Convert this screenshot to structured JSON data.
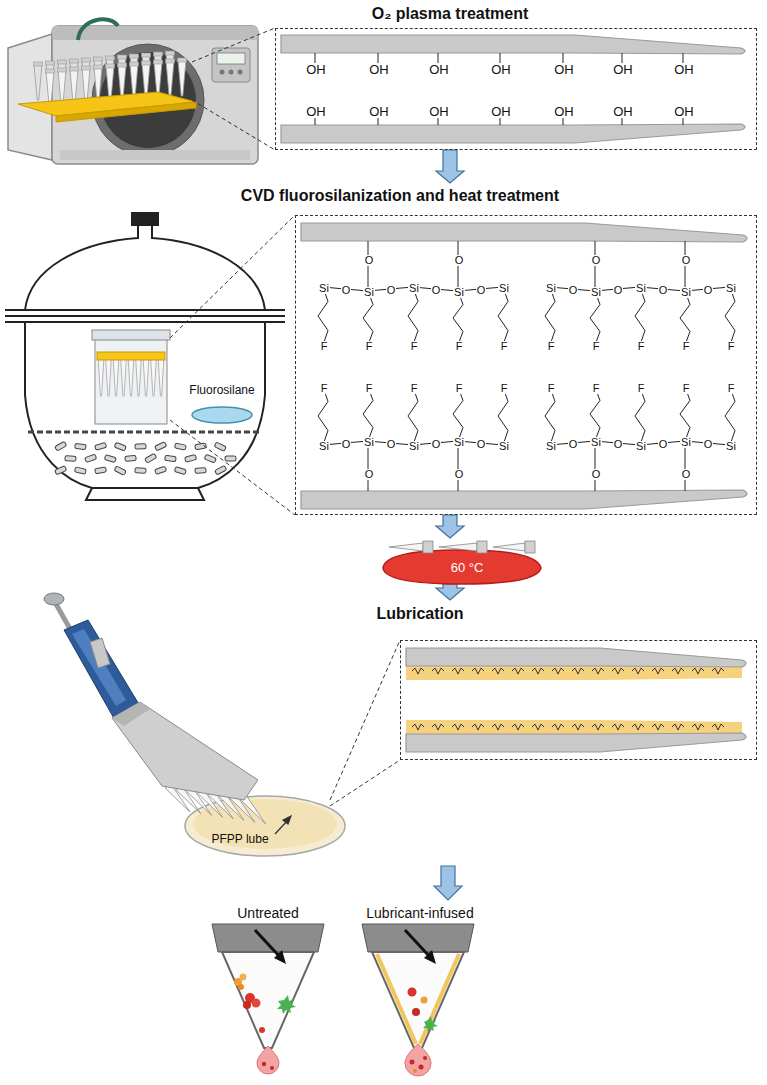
{
  "diagram": {
    "nodes": [
      {
        "text": [
          "O₂ plasma treatment",
          "OH",
          "OH",
          "OH",
          "OH",
          "OH",
          "OH",
          "OH",
          "OH",
          "OH",
          "OH",
          "OH",
          "OH",
          "OH",
          "OH"
        ]
      },
      {
        "text": [
          "CVD fluorosilanization and heat treatment",
          "O",
          "O",
          "Si",
          "Si",
          "Si",
          "Si",
          "Si",
          "O",
          "O",
          "O",
          "O",
          "F",
          "F",
          "F",
          "F",
          "F",
          "O",
          "O",
          "Si",
          "Si",
          "Si",
          "Si",
          "Si",
          "O",
          "O",
          "O",
          "O",
          "F",
          "F",
          "F",
          "F",
          "F",
          "O",
          "O",
          "Si",
          "Si",
          "Si",
          "Si",
          "Si",
          "O",
          "O",
          "O",
          "O",
          "F",
          "F",
          "F",
          "F",
          "F",
          "O",
          "O",
          "Si",
          "Si",
          "Si",
          "Si",
          "Si",
          "O",
          "O",
          "O",
          "O",
          "F",
          "F",
          "F",
          "F",
          "F"
        ]
      },
      {
        "text": [
          "60 °C"
        ]
      },
      {
        "text": [
          "Lubrication"
        ]
      }
    ],
    "edges": [
      {
        "from": 0,
        "to": 1,
        "arrow": "to"
      },
      {
        "from": 1,
        "to": 2,
        "arrow": "to"
      },
      {
        "from": 2,
        "to": 3,
        "arrow": "to"
      }
    ],
    "labels": [
      "Fluorosilane",
      "PFPP lube",
      "Untreated",
      "Lubricant-infused"
    ]
  }
}
